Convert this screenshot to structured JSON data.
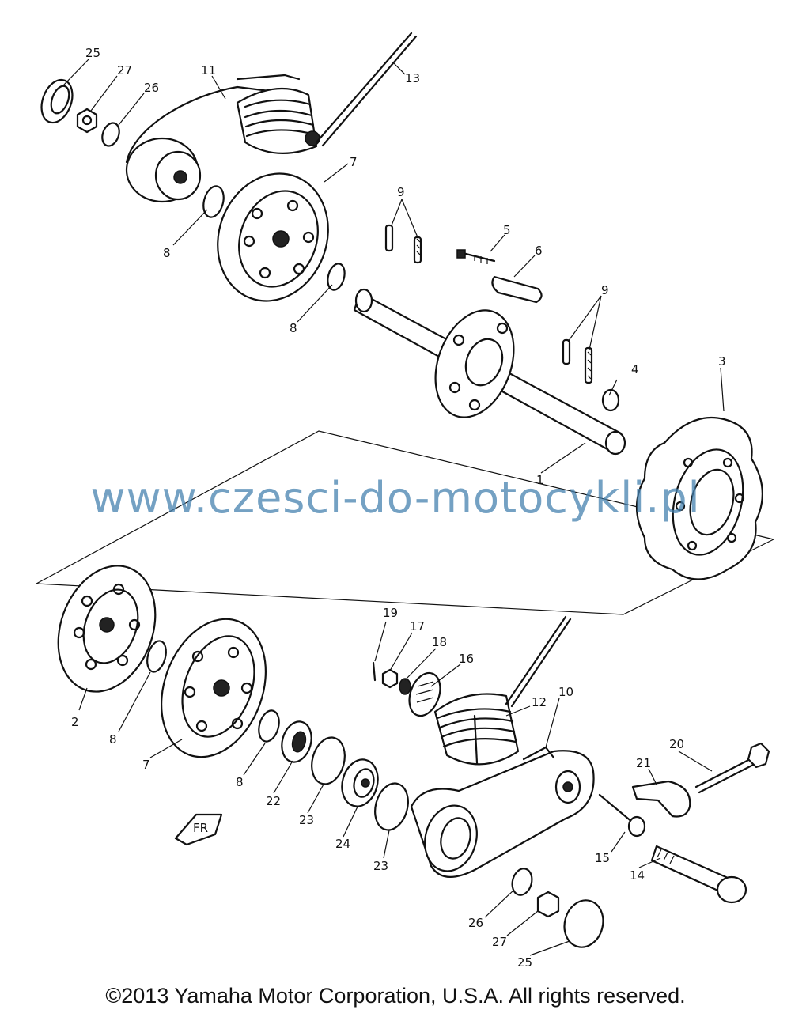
{
  "watermark": "www.czesci-do-motocykli.pl",
  "copyright": "©2013 Yamaha Motor Corporation, U.S.A. All rights reserved.",
  "front_marker": "FR",
  "callouts": [
    "25",
    "27",
    "26",
    "11",
    "13",
    "7",
    "9",
    "8",
    "8",
    "5",
    "6",
    "9",
    "4",
    "3",
    "1",
    "19",
    "17",
    "18",
    "16",
    "12",
    "10",
    "20",
    "21",
    "2",
    "8",
    "7",
    "8",
    "22",
    "23",
    "24",
    "23",
    "15",
    "14",
    "26",
    "27",
    "25"
  ]
}
